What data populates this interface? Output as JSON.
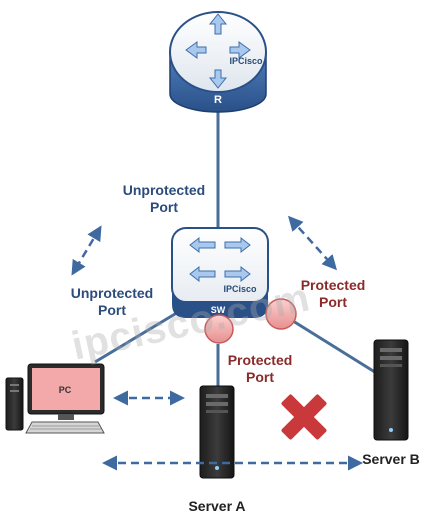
{
  "router": {
    "brand": "IPCisco",
    "label": "R"
  },
  "switch": {
    "brand": "IPCisco",
    "label": "SW"
  },
  "pc": {
    "label": "PC"
  },
  "labels": {
    "unprotected_top_1": "Unprotected",
    "unprotected_top_2": "Port",
    "unprotected_left_1": "Unprotected",
    "unprotected_left_2": "Port",
    "protected_right_1": "Protected",
    "protected_right_2": "Port",
    "protected_mid_1": "Protected",
    "protected_mid_2": "Port",
    "server_a": "Server A",
    "server_b": "Server B"
  },
  "watermark": "ipcisco.com",
  "colors": {
    "link": "#4a6e9a",
    "arrow": "#3f6aa0",
    "protected_text": "#8b2a2a",
    "unprotected_text": "#2c4c7c",
    "protected_port": "#f3a9a9",
    "blocked_x": "#c9393b"
  }
}
